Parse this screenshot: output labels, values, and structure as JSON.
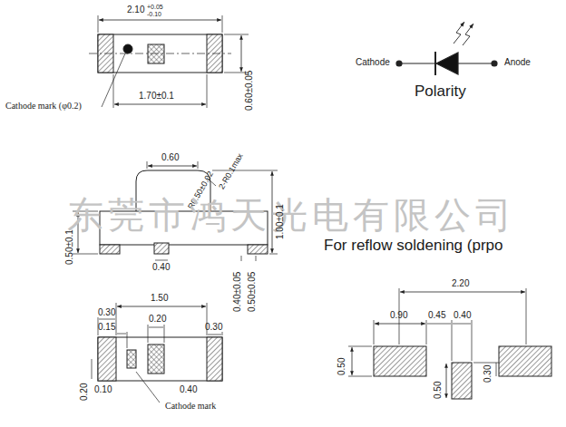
{
  "diagram": {
    "labels": [
      "2.10",
      "+0.05",
      "-0.10",
      "Cathode mark (φ0.2)",
      "1.70±0.1",
      "0.60±0.05",
      "Cathode",
      "Anode",
      "Polarity",
      "0.60",
      "R0.50±0.02",
      "2-R0.1max",
      "东莞市鸿天光电有限公司",
      "For reflow soldening (prpo",
      "0.50±0.1",
      "1.00±0.1",
      "0.40",
      "0.40±0.05",
      "0.50±0.05",
      "0.30",
      "0.15",
      "1.50",
      "0.20",
      "0.30",
      "0.20",
      "0.10",
      "0.40",
      "Cathode mark",
      "2.20",
      "0.90",
      "0.45",
      "0.40",
      "0.50",
      "0.30",
      "0.50"
    ]
  }
}
